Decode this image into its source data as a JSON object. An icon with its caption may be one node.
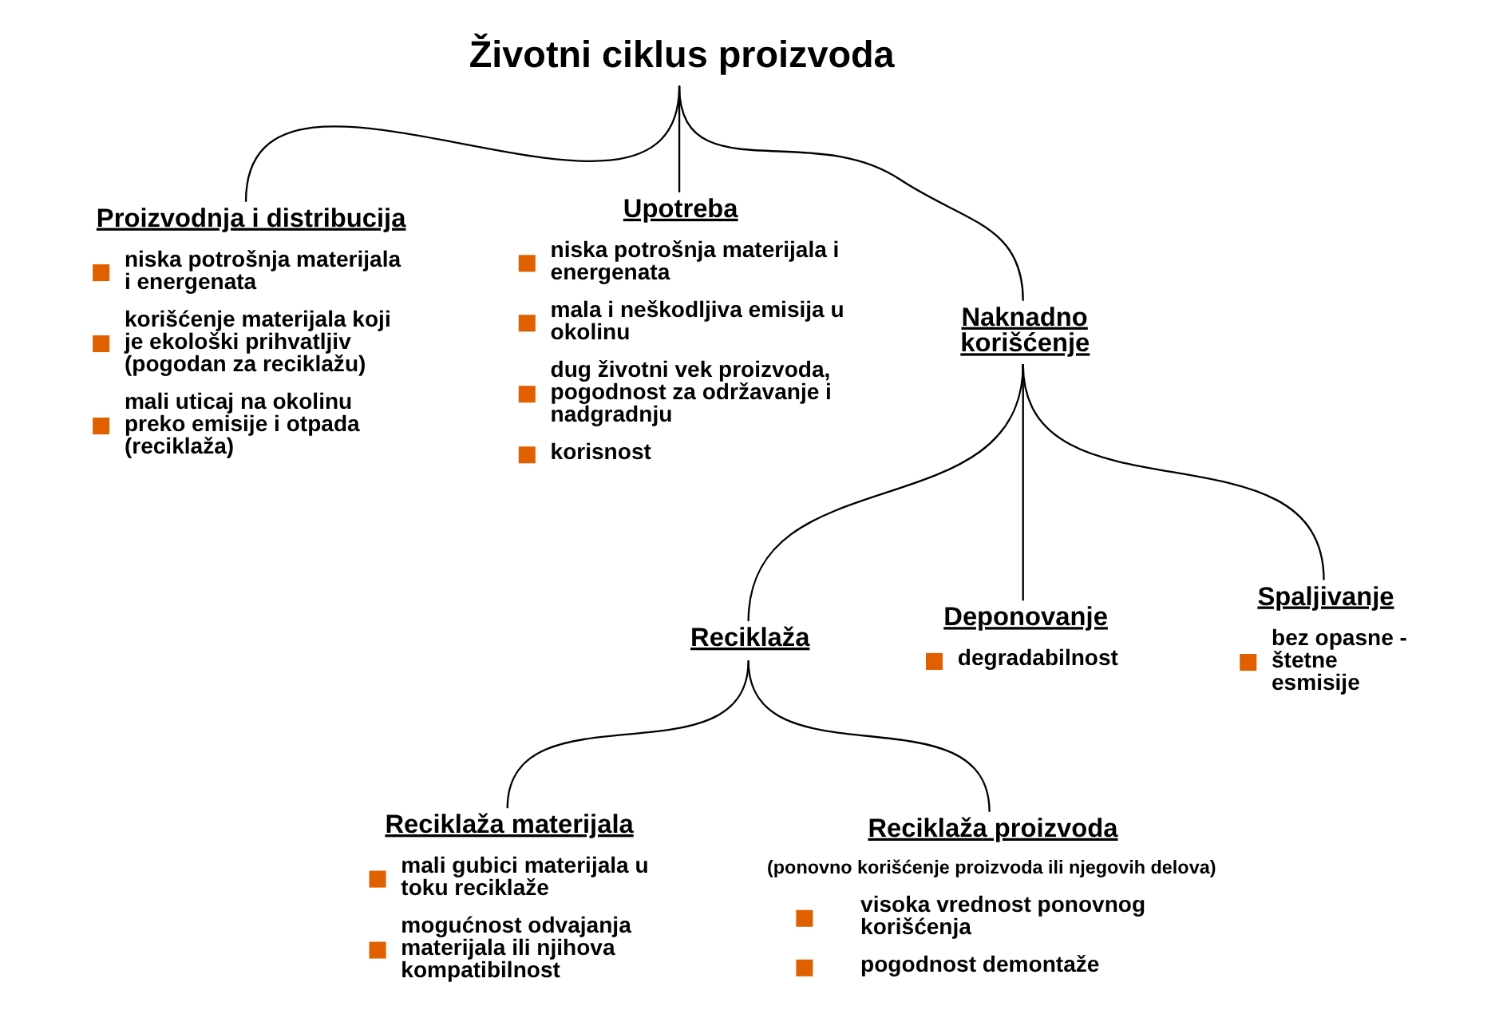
{
  "diagram": {
    "nodes": [
      {
        "text": [
          "Životni ciklus proizvoda"
        ]
      },
      {
        "text": [
          "Proizvodnja i distribucija",
          "niska potrošnja materijala i energenata",
          "korišćenje materijala koji je ekološki prihvatljiv (pogodan za reciklažu)",
          "mali uticaj na okolinu preko emisije i otpada (reciklaža)"
        ]
      },
      {
        "text": [
          "Upotreba",
          "niska potrošnja materijala i energenata",
          "mala i neškodljiva emisija u okolinu",
          "dug životni vek proizvoda, pogodnost za održavanje i nadgradnju",
          "korisnost"
        ]
      },
      {
        "text": [
          "Naknadno korišćenje"
        ]
      },
      {
        "text": [
          "Reciklaža"
        ]
      },
      {
        "text": [
          "Deponovanje",
          "degradabilnost"
        ]
      },
      {
        "text": [
          "Spaljivanje",
          "bez opasne - štetne esmisije"
        ]
      },
      {
        "text": [
          "Reciklaža materijala",
          "mali gubici materijala u toku reciklaže",
          "mogućnost odvajanja materijala ili njihova kompatibilnost"
        ]
      },
      {
        "text": [
          "Reciklaža proizvoda",
          "(ponovno korišćenje proizvoda ili njegovih delova)",
          "visoka vrednost ponovnog korišćenja",
          "pogodnost demontaže"
        ]
      }
    ],
    "edges": [
      {
        "from": 0,
        "to": 1,
        "arrow": "none"
      },
      {
        "from": 0,
        "to": 2,
        "arrow": "none"
      },
      {
        "from": 0,
        "to": 3,
        "arrow": "none"
      },
      {
        "from": 3,
        "to": 4,
        "arrow": "none"
      },
      {
        "from": 3,
        "to": 5,
        "arrow": "none"
      },
      {
        "from": 3,
        "to": 6,
        "arrow": "none"
      },
      {
        "from": 4,
        "to": 7,
        "arrow": "none"
      },
      {
        "from": 4,
        "to": 8,
        "arrow": "none"
      }
    ]
  }
}
